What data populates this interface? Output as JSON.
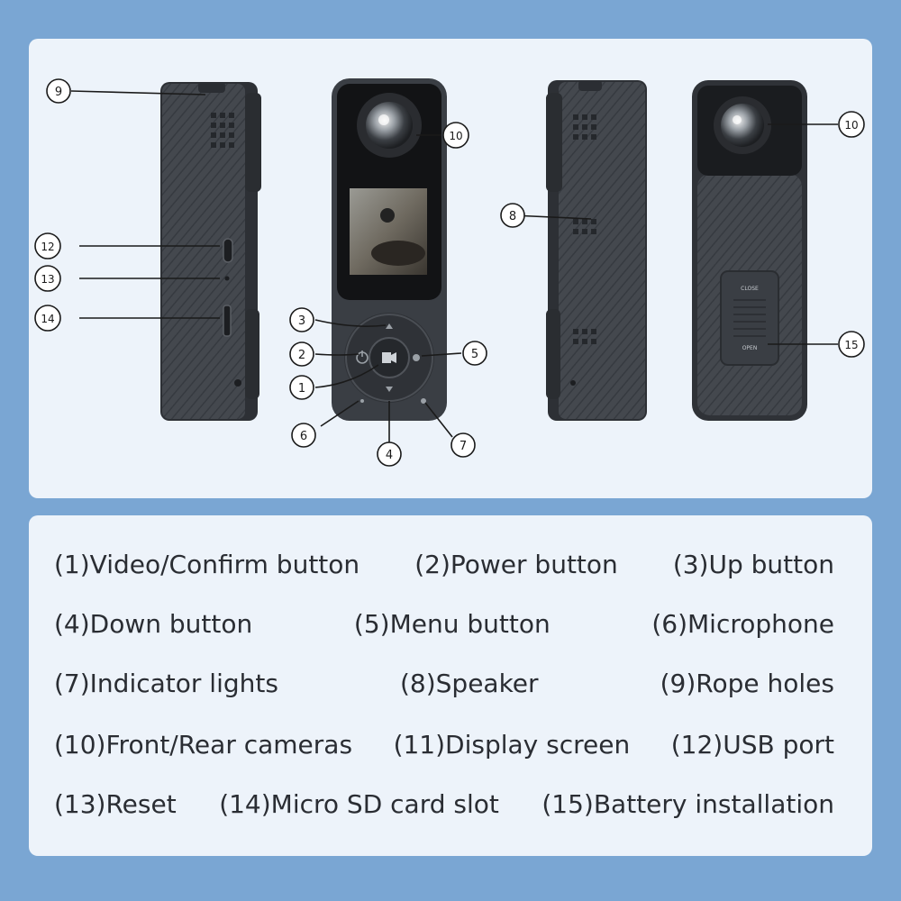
{
  "diagram": {
    "callouts": {
      "c1": "1",
      "c2": "2",
      "c3": "3",
      "c4": "4",
      "c5": "5",
      "c6": "6",
      "c7": "7",
      "c8": "8",
      "c9": "9",
      "c10a": "10",
      "c10b": "10",
      "c12": "12",
      "c13": "13",
      "c14": "14",
      "c15": "15"
    },
    "cover_labels": {
      "close": "CLOSE",
      "open": "OPEN"
    }
  },
  "legend": {
    "rows": [
      [
        "(1)Video/Confirm button",
        "(2)Power button",
        "(3)Up button"
      ],
      [
        "(4)Down button",
        "(5)Menu button",
        "(6)Microphone"
      ],
      [
        "(7)Indicator lights",
        "(8)Speaker",
        "(9)Rope holes"
      ],
      [
        "(10)Front/Rear cameras",
        "(11)Display screen",
        "(12)USB port"
      ],
      [
        "(13)Reset",
        "(14)Micro SD card slot",
        "(15)Battery installation"
      ]
    ]
  },
  "colors": {
    "frame": "#7aa6d3",
    "panel": "#edf3fa",
    "body": "#3d4147",
    "screen": "#111111",
    "text": "#2a2d33"
  }
}
